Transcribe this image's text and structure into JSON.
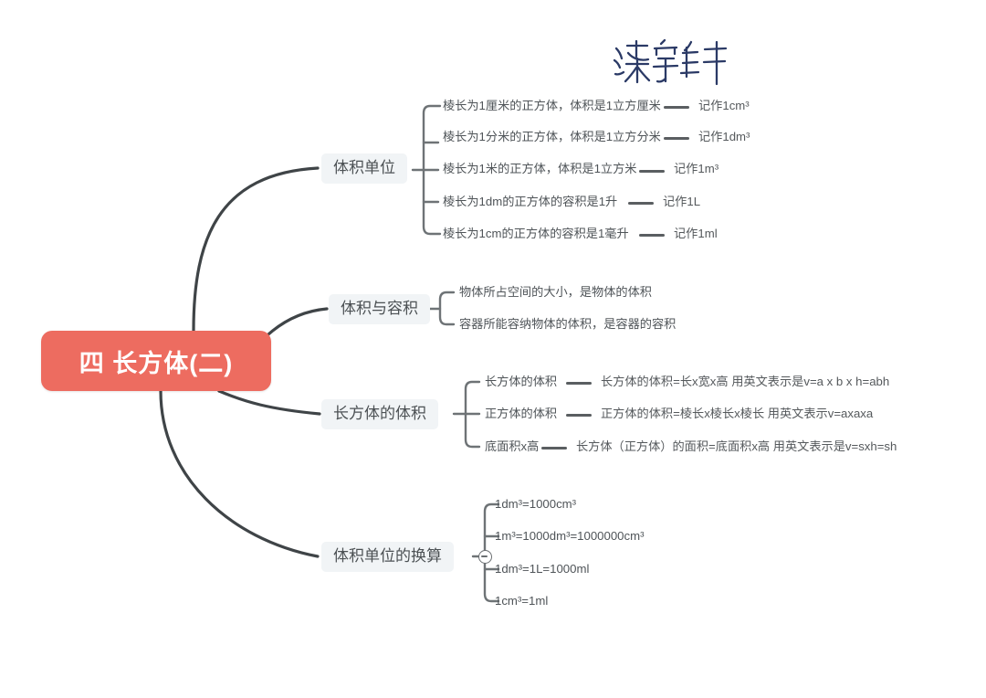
{
  "document": {
    "type": "mind-map",
    "background_color": "#FFFFFF"
  },
  "watermark": {
    "signature_text": "漆宇轩",
    "color": "#2B3A66"
  },
  "colors": {
    "root_fill": "#ED6C60",
    "root_text": "#FFFFFF",
    "branch_chip_fill": "#F1F4F6",
    "branch_text": "#4C5154",
    "leaf_text": "#4F5458",
    "connector": "#3F4447"
  },
  "root": {
    "label": "四  长方体(二)"
  },
  "branches": [
    {
      "id": "volume-units",
      "label": "体积单位",
      "children": [
        {
          "text": "棱长为1厘米的正方体，体积是1立方厘米",
          "detail": "记作1cm³"
        },
        {
          "text": "棱长为1分米的正方体，体积是1立方分米",
          "detail": "记作1dm³"
        },
        {
          "text": "棱长为1米的正方体，体积是1立方米",
          "detail": "记作1m³"
        },
        {
          "text": "棱长为1dm的正方体的容积是1升",
          "detail": "记作1L"
        },
        {
          "text": "棱长为1cm的正方体的容积是1毫升",
          "detail": "记作1ml"
        }
      ]
    },
    {
      "id": "volume-and-capacity",
      "label": "体积与容积",
      "children": [
        {
          "text": "物体所占空间的大小，是物体的体积",
          "detail": ""
        },
        {
          "text": "容器所能容纳物体的体积，是容器的容积",
          "detail": ""
        }
      ]
    },
    {
      "id": "cuboid-volume",
      "label": "长方体的体积",
      "children": [
        {
          "text": "长方体的体积",
          "detail": "长方体的体积=长x宽x高    用英文表示是v=a  x b x h=abh"
        },
        {
          "text": "正方体的体积",
          "detail": "正方体的体积=棱长x棱长x棱长    用英文表示v=axaxa"
        },
        {
          "text": "底面积x高",
          "detail": "长方体（正方体）的面积=底面积x高   用英文表示是v=sxh=sh"
        }
      ]
    },
    {
      "id": "unit-conversion",
      "label": "体积单位的换算",
      "collapse_icon": "minus-circle-icon",
      "children": [
        {
          "text": "1dm³=1000cm³",
          "detail": ""
        },
        {
          "text": "1m³=1000dm³=1000000cm³",
          "detail": ""
        },
        {
          "text": "1dm³=1L=1000ml",
          "detail": ""
        },
        {
          "text": "1cm³=1ml",
          "detail": ""
        }
      ]
    }
  ]
}
